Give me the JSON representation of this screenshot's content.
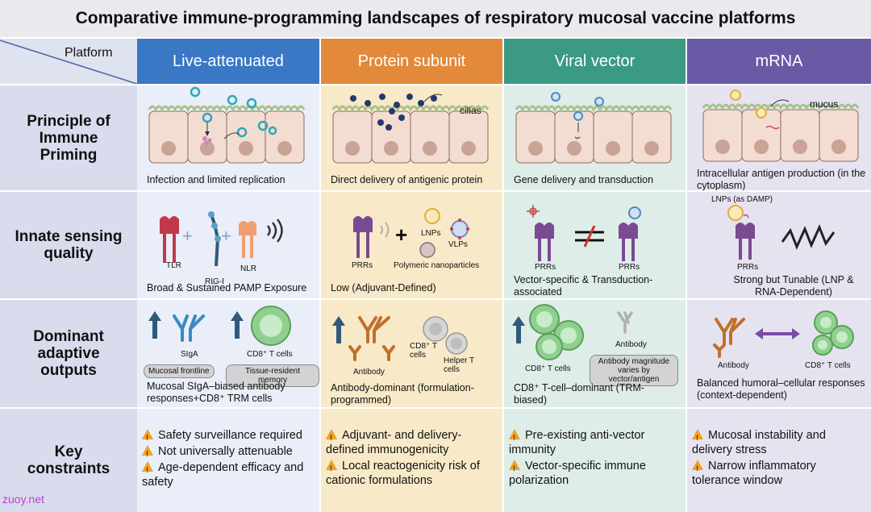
{
  "title": "Comparative immune-programming landscapes of respiratory mucosal vaccine platforms",
  "corner_label": "Platform",
  "platforms": [
    "Live-attenuated",
    "Protein subunit",
    "Viral vector",
    "mRNA"
  ],
  "row_headers": [
    "Principle of Immune Priming",
    "Innate sensing quality",
    "Dominant adaptive outputs",
    "Key constraints"
  ],
  "priming": {
    "live": {
      "caption": "Infection and limited replication"
    },
    "protein": {
      "caption": "Direct delivery of antigenic protein",
      "label_cilias": "cilias"
    },
    "vector": {
      "caption": "Gene delivery and transduction"
    },
    "mrna": {
      "caption": "Intracellular antigen production (in the cytoplasm)",
      "label_mucus": "mucus"
    }
  },
  "innate": {
    "live": {
      "tlr": "TLR",
      "rigi": "RIG-I",
      "nlr": "NLR",
      "caption": "Broad & Sustained PAMP Exposure"
    },
    "protein": {
      "prrs": "PRRs",
      "lnps": "LNPs",
      "vlps": "VLPs",
      "poly": "Polymeric nanoparticles",
      "caption": "Low (Adjuvant-Defined)"
    },
    "vector": {
      "prrs_a": "PRRs",
      "prrs_b": "PRRs",
      "caption": "Vector-specific & Transduction-associated"
    },
    "mrna": {
      "lnps_damp": "LNPs (as DAMP)",
      "prrs": "PRRs",
      "caption": "Strong but Tunable (LNP & RNA-Dependent)"
    }
  },
  "adaptive": {
    "live": {
      "sIgA": "SIgA",
      "cd8": "CD8⁺ T cells",
      "pill_a": "Mucosal frontline",
      "pill_b": "Tissue-resident memory",
      "caption": "Mucosal SIgA–biased antibody responses+CD8⁺ TRM cells"
    },
    "protein": {
      "antibody": "Antibody",
      "cd8": "CD8⁺ T cells",
      "helper": "Helper T cells",
      "caption": "Antibody-dominant (formulation-programmed)"
    },
    "vector": {
      "cd8": "CD8⁺ T cells",
      "antibody": "Antibody",
      "pill": "Antibody magnitude varies by vector/antigen",
      "caption": "CD8⁺ T-cell–dominant (TRM-biased)"
    },
    "mrna": {
      "antibody": "Antibody",
      "cd8": "CD8⁺ T cells",
      "caption": "Balanced humoral–cellular responses (context-dependent)"
    }
  },
  "constraints": {
    "live": [
      "Safety surveillance required",
      "Not universally attenuable",
      "Age-dependent efficacy and safety"
    ],
    "protein": [
      "Adjuvant- and delivery-defined immunogenicity",
      "Local reactogenicity risk of cationic formulations"
    ],
    "vector": [
      "Pre-existing anti-vector immunity",
      "Vector-specific immune polarization"
    ],
    "mrna": [
      "Mucosal instability and delivery stress",
      "Narrow inflammatory tolerance window"
    ]
  },
  "watermark": "zuoy.net",
  "colors": {
    "live": "#3a77c4",
    "protein": "#e3893a",
    "vector": "#3a9a83",
    "mrna": "#6a5aa6",
    "warning": "#f0a020"
  }
}
